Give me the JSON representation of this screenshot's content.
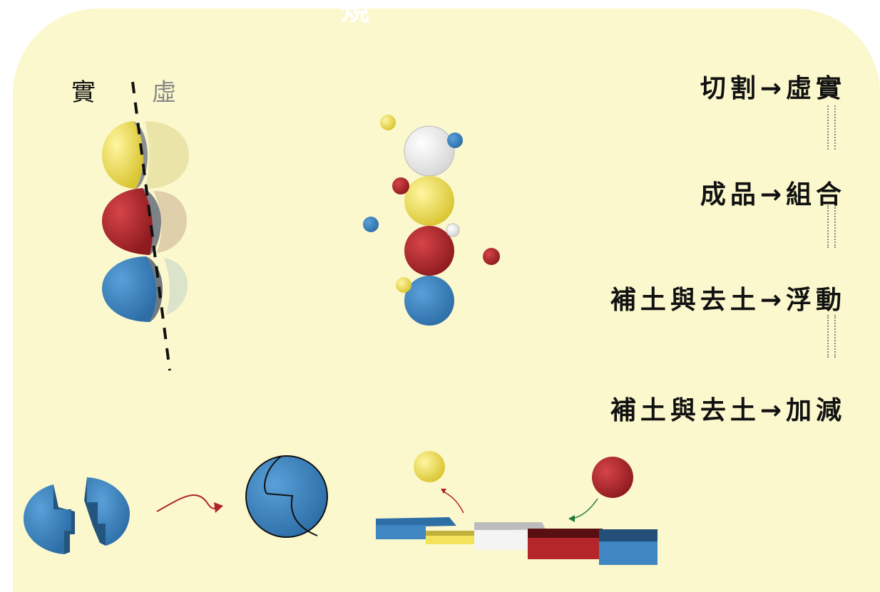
{
  "header": {
    "title_fragment": "規"
  },
  "cut_labels": {
    "solid": "實",
    "void": "虛"
  },
  "steps": [
    {
      "label": "切割→虛實"
    },
    {
      "label": "成品→組合"
    },
    {
      "label": "補土與去土→浮動"
    },
    {
      "label": "補土與去土→加減"
    }
  ],
  "colors": {
    "panel": "#fbf8cd",
    "yellow": "#f2e35a",
    "red": "#b5262a",
    "blue": "#3f86c2",
    "white": "#f4f4f4"
  }
}
